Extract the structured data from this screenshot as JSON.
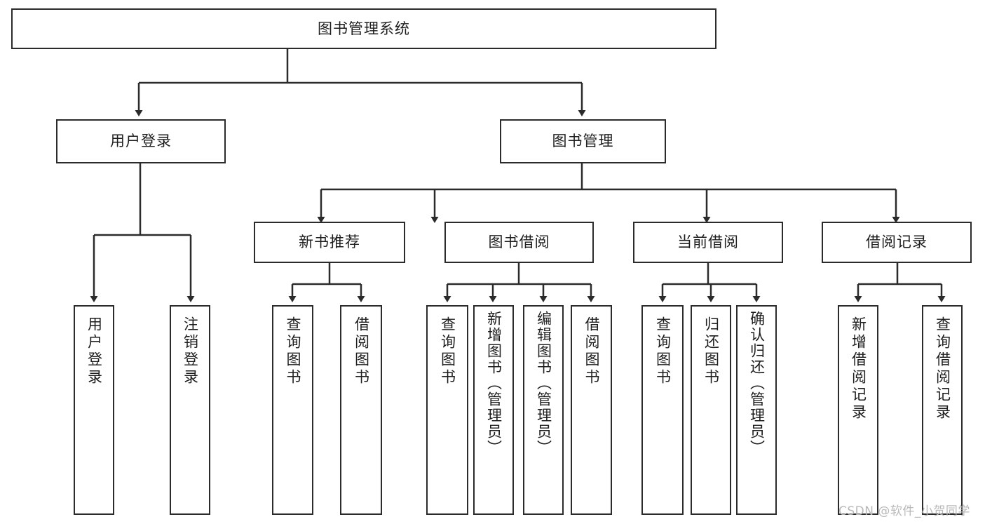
{
  "diagram": {
    "kind": "tree-structure-chart",
    "title": "图书管理系统",
    "watermark": "CSDN @软件_小贺同学",
    "colors": {
      "background": "#ffffff",
      "stroke": "#2b2b2b",
      "text": "#1d1d1d",
      "watermark": "#b9b9b9"
    }
  },
  "nodes": {
    "root": "图书管理系统",
    "level2": {
      "user_login": "用户登录",
      "book_manage": "图书管理"
    },
    "level3": {
      "new_book_recommend": "新书推荐",
      "book_borrow": "图书借阅",
      "current_borrow": "当前借阅",
      "borrow_record": "借阅记录"
    },
    "leaves": {
      "user_login_1": "用户登录",
      "user_login_2": "注销登录",
      "recommend_1": "查询图书",
      "recommend_2": "借阅图书",
      "borrow_1": "查询图书",
      "borrow_2": "新增图书（管理员）",
      "borrow_3": "编辑图书（管理员）",
      "borrow_4": "借阅图书",
      "current_1": "查询图书",
      "current_2": "归还图书",
      "current_3": "确认归还（管理员）",
      "record_1": "新增借阅记录",
      "record_2": "查询借阅记录"
    }
  },
  "chart_data": {
    "type": "table",
    "title": "图书管理系统",
    "tree": [
      {
        "label": "图书管理系统",
        "children": [
          {
            "label": "用户登录",
            "children": [
              {
                "label": "用户登录",
                "children": []
              },
              {
                "label": "注销登录",
                "children": []
              }
            ]
          },
          {
            "label": "图书管理",
            "children": [
              {
                "label": "新书推荐",
                "children": [
                  {
                    "label": "查询图书",
                    "children": []
                  },
                  {
                    "label": "借阅图书",
                    "children": []
                  }
                ]
              },
              {
                "label": "图书借阅",
                "children": [
                  {
                    "label": "查询图书",
                    "children": []
                  },
                  {
                    "label": "新增图书（管理员）",
                    "children": []
                  },
                  {
                    "label": "编辑图书（管理员）",
                    "children": []
                  },
                  {
                    "label": "借阅图书",
                    "children": []
                  }
                ]
              },
              {
                "label": "当前借阅",
                "children": [
                  {
                    "label": "查询图书",
                    "children": []
                  },
                  {
                    "label": "归还图书",
                    "children": []
                  },
                  {
                    "label": "确认归还（管理员）",
                    "children": []
                  }
                ]
              },
              {
                "label": "借阅记录",
                "children": [
                  {
                    "label": "新增借阅记录",
                    "children": []
                  },
                  {
                    "label": "查询借阅记录",
                    "children": []
                  }
                ]
              }
            ]
          }
        ]
      }
    ]
  }
}
